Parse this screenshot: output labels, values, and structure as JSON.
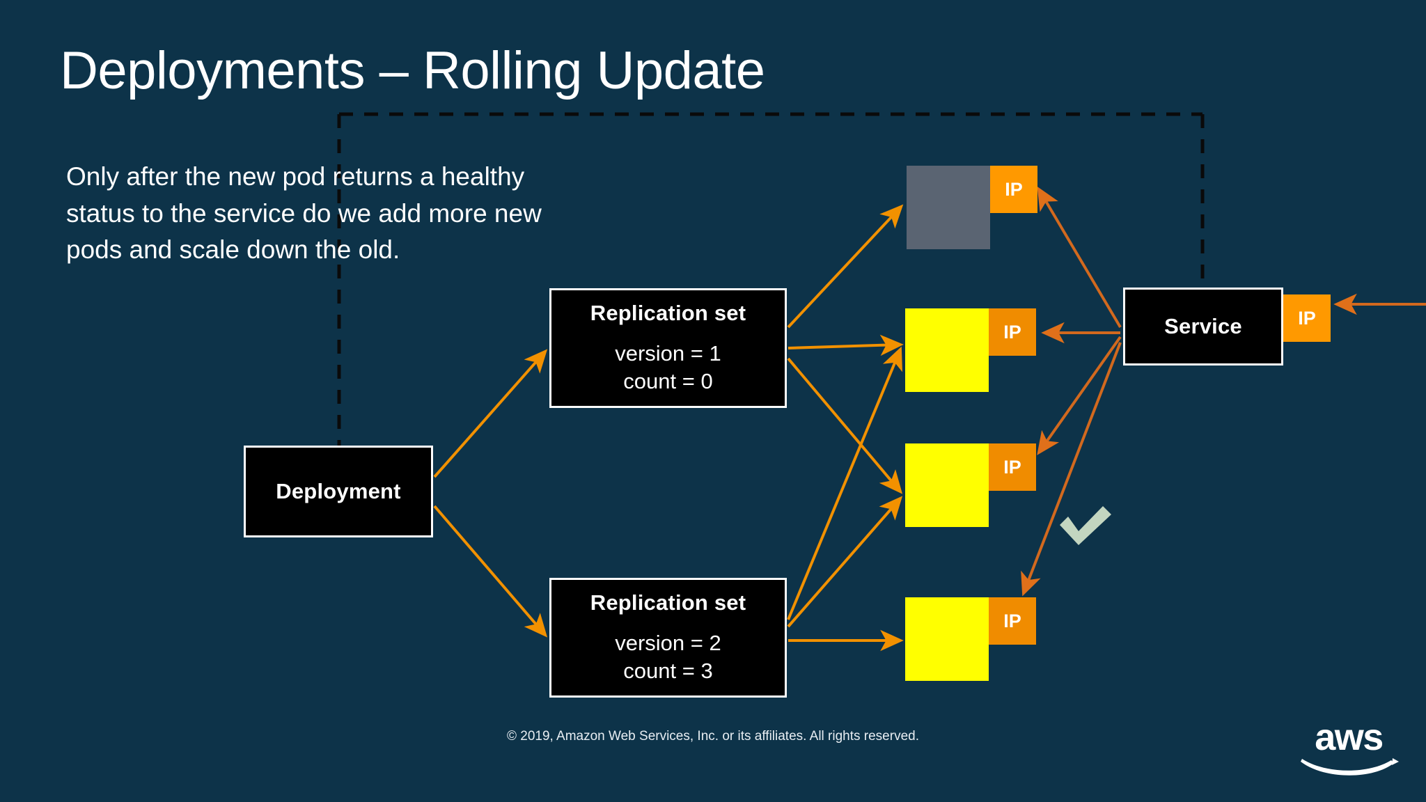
{
  "slide": {
    "title": "Deployments – Rolling Update",
    "body_text": "Only after the new pod returns a healthy status to the service do we add more new pods and scale down the old.",
    "background_color": "#0d3349"
  },
  "diagram": {
    "deployment": {
      "label": "Deployment"
    },
    "replication_sets": [
      {
        "title": "Replication set",
        "version_line": "version = 1",
        "count_line": "count = 0"
      },
      {
        "title": "Replication set",
        "version_line": "version = 2",
        "count_line": "count = 3"
      }
    ],
    "service": {
      "label": "Service",
      "ip_label": "IP"
    },
    "pods": [
      {
        "state": "terminating",
        "color": "#5a6472",
        "ip_label": "IP"
      },
      {
        "state": "running",
        "color": "#ffff00",
        "ip_label": "IP"
      },
      {
        "state": "running",
        "color": "#ffff00",
        "ip_label": "IP"
      },
      {
        "state": "running",
        "color": "#ffff00",
        "ip_label": "IP"
      }
    ],
    "health_check": {
      "icon": "check-icon",
      "color": "#c3d6c0"
    },
    "colors": {
      "arrow": "#f29100",
      "arrow_alt": "#d2691e",
      "box_border": "#ffffff",
      "box_fill": "#000000",
      "ip_bright": "#ff9900",
      "ip_deep": "#f08c00",
      "dashed_boundary": "#0a0a0a"
    }
  },
  "footer": {
    "copyright": "© 2019, Amazon Web Services, Inc. or its affiliates. All rights reserved.",
    "logo_text": "aws"
  }
}
